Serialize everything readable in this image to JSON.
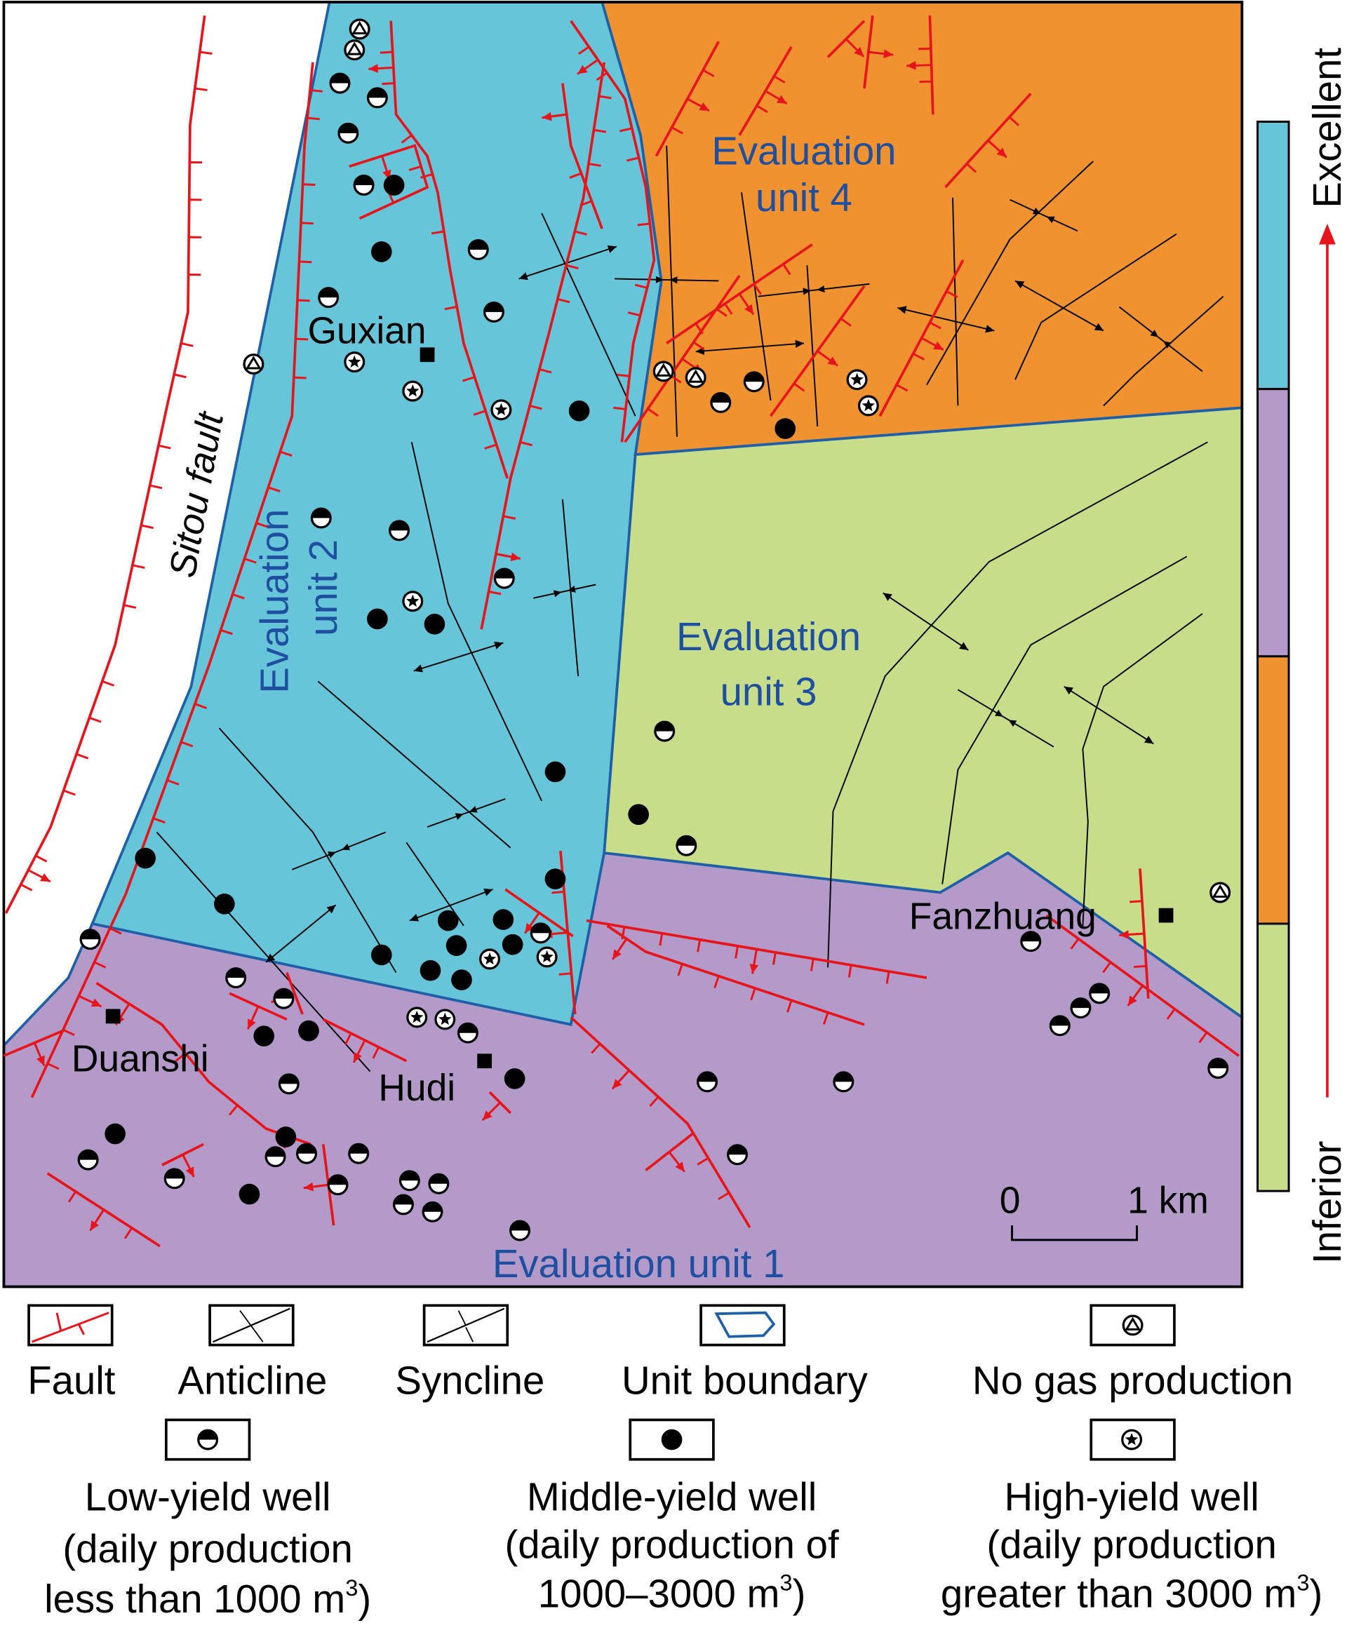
{
  "map": {
    "towns": [
      "Guxian",
      "Duanshi",
      "Hudi",
      "Fanzhuang"
    ],
    "fault_name": "Sitou fault",
    "units": {
      "unit4": [
        "Evaluation",
        "unit 4"
      ],
      "unit3": [
        "Evaluation",
        "unit 3"
      ],
      "unit2": [
        "Evaluation",
        "unit 2"
      ],
      "unit1": "Evaluation unit 1"
    },
    "unit_colors": {
      "unit1": "#b49ac8",
      "unit2": "#67c5d9",
      "unit3": "#c8dd8a",
      "unit4": "#f0922f"
    },
    "scale": {
      "zero": "0",
      "one": "1 km"
    }
  },
  "quality_bar": {
    "top_label": "Excellent",
    "bottom_label": "Inferior",
    "order_top_to_bottom": [
      "unit2",
      "unit1",
      "unit4",
      "unit3"
    ]
  },
  "legend": {
    "fault": "Fault",
    "anticline": "Anticline",
    "syncline": "Syncline",
    "unit_boundary": "Unit boundary",
    "no_gas": "No gas production",
    "low": [
      "Low-yield well",
      "(daily production",
      "less than 1000 m",
      "3",
      ")"
    ],
    "middle": [
      "Middle-yield well",
      "(daily production of",
      "1000–3000 m",
      "3",
      ")"
    ],
    "high": [
      "High-yield well",
      "(daily production",
      "greater than 3000 m",
      "3",
      ")"
    ]
  }
}
